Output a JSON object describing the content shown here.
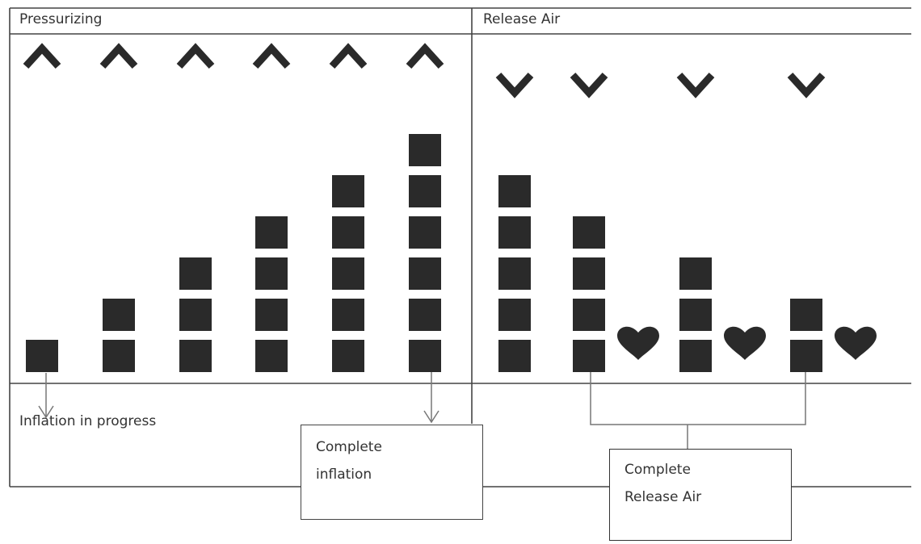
{
  "panels": {
    "left_title": "Pressurizing",
    "right_title": "Release Air"
  },
  "labels": {
    "inflation_in_progress": "Inflation in progress",
    "complete_inflation": [
      "Complete",
      "inflation"
    ],
    "complete_release_air": [
      "Complete",
      "Release Air"
    ]
  },
  "pressurizing_columns": [
    1,
    2,
    3,
    4,
    5,
    6
  ],
  "release_columns": [
    {
      "blocks": 5,
      "heart": false
    },
    {
      "blocks": 4,
      "heart": true
    },
    {
      "blocks": 3,
      "heart": true
    },
    {
      "blocks": 2,
      "heart": true
    }
  ],
  "icons": {
    "up": "chevron-up-icon",
    "down": "chevron-down-icon",
    "heart": "heart-icon"
  },
  "colors": {
    "ink": "#2a2a2a",
    "line": "#444444",
    "arrow": "#777777"
  }
}
